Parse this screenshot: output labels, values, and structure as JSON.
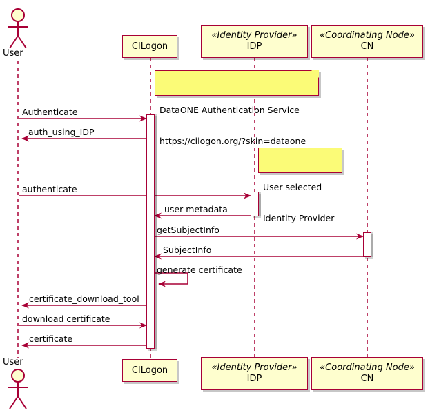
{
  "diagram": {
    "type": "uml-sequence-diagram",
    "title": "DataONE CILogon authentication sequence",
    "colors": {
      "box_fill": "#FEFECE",
      "note_fill": "#FBFB77",
      "line": "#A80036",
      "activation_fill": "#FFFFFF",
      "background": "#FFFFFF",
      "shadow": "#BBBBBB"
    }
  },
  "participants": [
    {
      "id": "user",
      "kind": "actor",
      "stereotype": "",
      "name": "User"
    },
    {
      "id": "cilogon",
      "kind": "participant",
      "stereotype": "",
      "name": "CILogon"
    },
    {
      "id": "idp",
      "kind": "participant",
      "stereotype": "«Identity Provider»",
      "name": "IDP"
    },
    {
      "id": "cn",
      "kind": "participant",
      "stereotype": "«Coordinating Node»",
      "name": "CN"
    }
  ],
  "notes": [
    {
      "id": "note-cilogon",
      "attached_to": "cilogon",
      "line1": "DataONE Authentication Service",
      "line2": "https://cilogon.org/?skin=dataone"
    },
    {
      "id": "note-idp",
      "attached_to": "idp",
      "line1": "User selected",
      "line2": "Identity Provider"
    }
  ],
  "messages": [
    {
      "seq": 1,
      "label": "Authenticate",
      "from": "user",
      "to": "cilogon",
      "direction": "right",
      "kind": "solid"
    },
    {
      "seq": 2,
      "label": "auth_using_IDP",
      "from": "cilogon",
      "to": "user",
      "direction": "left",
      "kind": "solid"
    },
    {
      "seq": 3,
      "label": "authenticate",
      "from": "user",
      "to": "idp",
      "direction": "right",
      "kind": "solid"
    },
    {
      "seq": 4,
      "label": "user metadata",
      "from": "idp",
      "to": "cilogon",
      "direction": "left",
      "kind": "solid"
    },
    {
      "seq": 5,
      "label": "getSubjectInfo",
      "from": "cilogon",
      "to": "cn",
      "direction": "right",
      "kind": "solid"
    },
    {
      "seq": 6,
      "label": "SubjectInfo",
      "from": "cn",
      "to": "cilogon",
      "direction": "left",
      "kind": "solid"
    },
    {
      "seq": 7,
      "label": "generate certificate",
      "from": "cilogon",
      "to": "cilogon",
      "direction": "self",
      "kind": "solid"
    },
    {
      "seq": 8,
      "label": "certificate_download_tool",
      "from": "cilogon",
      "to": "user",
      "direction": "left",
      "kind": "solid"
    },
    {
      "seq": 9,
      "label": "download certificate",
      "from": "user",
      "to": "cilogon",
      "direction": "right",
      "kind": "solid"
    },
    {
      "seq": 10,
      "label": "certificate",
      "from": "cilogon",
      "to": "user",
      "direction": "left",
      "kind": "solid"
    }
  ]
}
